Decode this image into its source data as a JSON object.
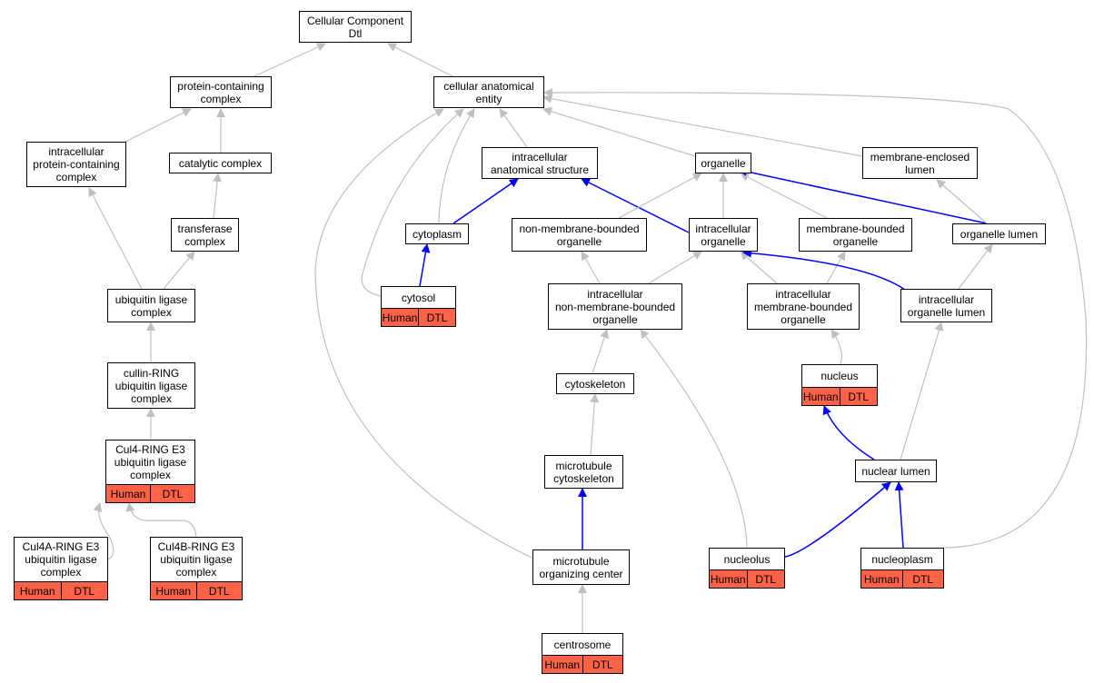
{
  "nodes": {
    "root": "Cellular Component\nDtl",
    "pcc": "protein-containing\ncomplex",
    "cae": "cellular anatomical\nentity",
    "ipcc": "intracellular\nprotein-containing\ncomplex",
    "cat": "catalytic complex",
    "ias": "intracellular\nanatomical structure",
    "org": "organelle",
    "mel": "membrane-enclosed\nlumen",
    "trans": "transferase\ncomplex",
    "cyto": "cytoplasm",
    "nmbo": "non-membrane-bounded\norganelle",
    "io": "intracellular\norganelle",
    "mbo": "membrane-bounded\norganelle",
    "ol": "organelle lumen",
    "ulc": "ubiquitin ligase\ncomplex",
    "cytosol": "cytosol",
    "inmbo": "intracellular\nnon-membrane-bounded\norganelle",
    "imbo": "intracellular\nmembrane-bounded\norganelle",
    "iol": "intracellular\norganelle lumen",
    "crl": "cullin-RING\nubiquitin ligase\ncomplex",
    "nucleus": "nucleus",
    "cskel": "cytoskeleton",
    "cul4": "Cul4-RING E3\nubiquitin ligase\ncomplex",
    "mtcs": "microtubule\ncytoskeleton",
    "nl": "nuclear lumen",
    "cul4a": "Cul4A-RING E3\nubiquitin ligase\ncomplex",
    "cul4b": "Cul4B-RING E3\nubiquitin ligase\ncomplex",
    "mtoc": "microtubule\norganizing center",
    "nucleolus": "nucleolus",
    "nucleoplasm": "nucleoplasm",
    "centrosome": "centrosome"
  },
  "annotation": {
    "species": "Human",
    "gene": "DTL"
  },
  "colors": {
    "is_a_edge": "#c0c0c0",
    "part_of_edge": "#0000ff",
    "annotation_fill": "#ff6347"
  }
}
